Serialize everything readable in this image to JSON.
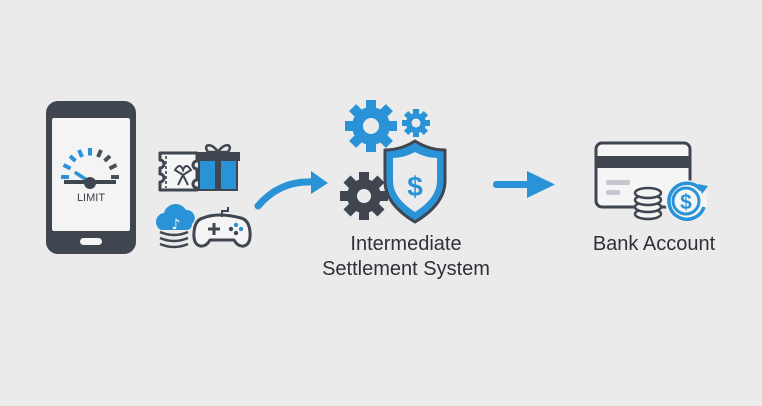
{
  "phone": {
    "gauge_label": "LIMIT"
  },
  "middle": {
    "caption_line1": "Intermediate",
    "caption_line2": "Settlement System"
  },
  "right": {
    "caption": "Bank Account"
  },
  "icons": [
    "smartphone-icon",
    "speedometer-gauge-icon",
    "ticket-icon",
    "gift-box-icon",
    "cloud-music-icon",
    "game-controller-icon",
    "gears-icon",
    "shield-dollar-icon",
    "credit-card-icon",
    "coin-stack-icon",
    "dollar-refresh-icon",
    "arrow-right-icon"
  ],
  "colors": {
    "background": "#ebebeb",
    "accent_blue": "#2a93d8",
    "dark_gray": "#3f4650",
    "text": "#2e3138"
  }
}
